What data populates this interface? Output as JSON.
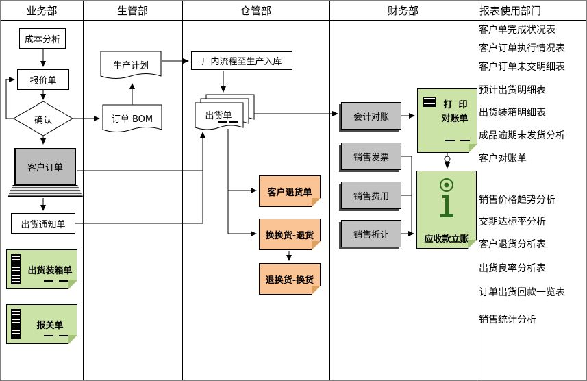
{
  "lanes": {
    "business": "业务部",
    "production": "生管部",
    "warehouse": "仓管部",
    "finance": "财务部",
    "reports": "报表使用部门"
  },
  "shapes": {
    "cost_analysis": "成本分析",
    "quotation": "报价单",
    "confirm": "确认",
    "order_bom": "订单 BOM",
    "production_plan": "生产计划",
    "factory_flow": "厂内流程至生产入库",
    "shipping_order": "出货单",
    "customer_order": "客户订单",
    "shipping_notice": "出货通知单",
    "packing_list": "出货装箱单",
    "customs_declaration": "报关单",
    "customer_return": "客户退货单",
    "exchange_return": "换换货-退货",
    "return_exchange": "退换货-换货",
    "accounting_reconciliation": "会计对账",
    "sales_invoice": "销售发票",
    "sales_expense": "销售费用",
    "sales_allowance": "销售折让",
    "print_statement_line1": "打  印",
    "print_statement_line2": "对账单",
    "receivables_posting": "应收款立账"
  },
  "reports": {
    "items": [
      "客户单完成状况表",
      "客户订单执行情况表",
      "客户订单未交明细表",
      "预计出货明细表",
      "出货装箱明细表",
      "成品逾期未发货分析",
      "客户对账单",
      "销售价格趋势分析",
      "交期达标率分析",
      "客户退货分析表",
      "出货良率分析表",
      "订单出货回款一览表",
      "销售统计分析"
    ]
  },
  "colors": {
    "note_green": "#cbe3a6",
    "note_green_dark": "#a3c376",
    "note_orange": "#fbc495",
    "note_orange_dark": "#dfa05f",
    "box_gray": "#c2c2c2",
    "line": "#000000"
  }
}
